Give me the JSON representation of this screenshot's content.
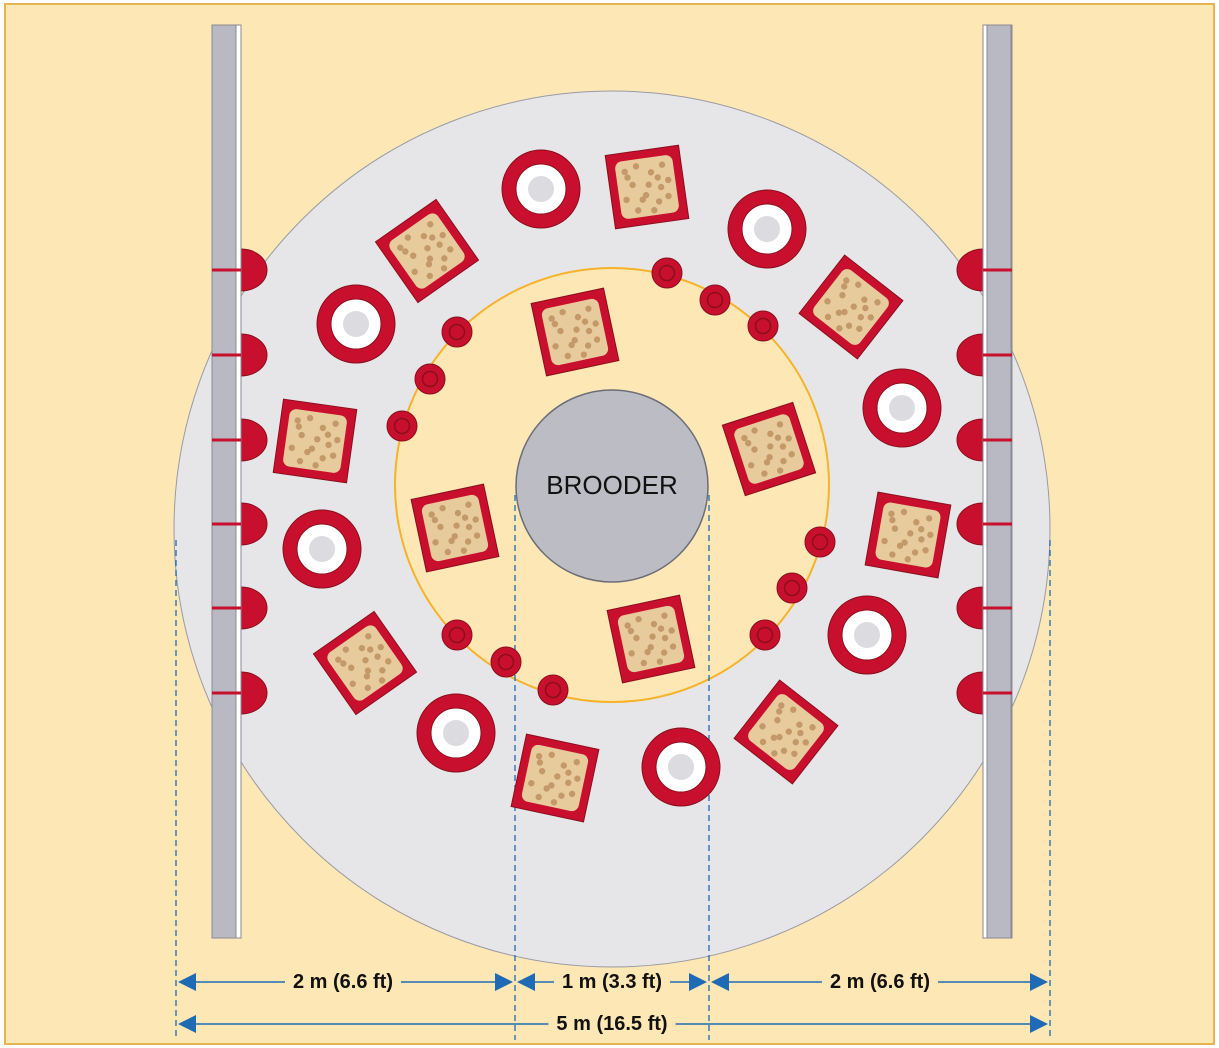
{
  "center_label": "BROODER",
  "dimensions": {
    "left": "2 m (6.6 ft)",
    "middle": "1 m (3.3 ft)",
    "right": "2 m (6.6 ft)",
    "total": "5 m (16.5 ft)"
  },
  "colors": {
    "background": "#fde7b4",
    "border": "#e6b450",
    "floor": "#e6e6e8",
    "ring": "#f6b22a",
    "brooder": "#bcbcc4",
    "red": "#c8102e",
    "dark_red": "#8a0e1c",
    "feed": "#e8cb9c",
    "crumb": "#c4996a",
    "rail": "#b9b9c3",
    "arrow": "#1e6ab4"
  }
}
